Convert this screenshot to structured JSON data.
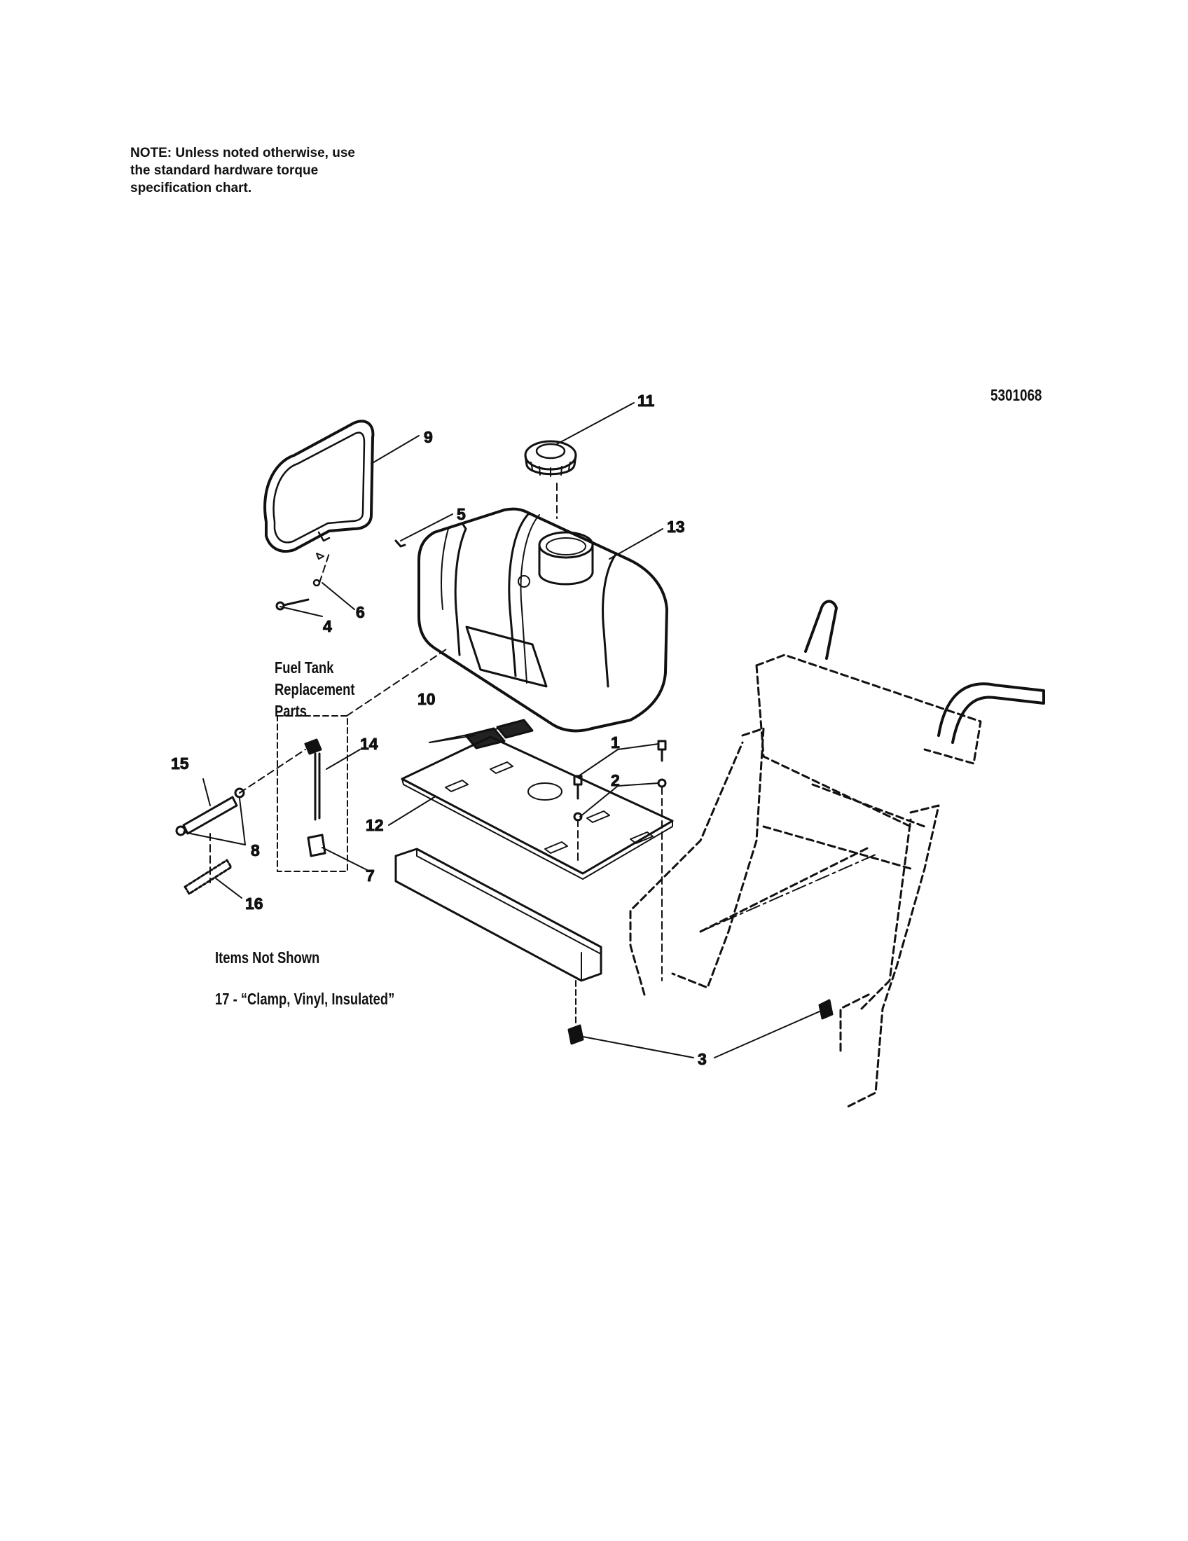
{
  "note": {
    "line1": "NOTE: Unless noted otherwise, use",
    "line2": "the standard hardware torque",
    "line3": "specification chart."
  },
  "doc_number": "5301068",
  "fuel_tank_group": {
    "line1": "Fuel Tank",
    "line2": "Replacement",
    "line3": "Parts"
  },
  "items_not_shown": {
    "title": "Items Not Shown",
    "item": "17 - “Clamp, Vinyl, Insulated”"
  },
  "callouts": {
    "c1": "1",
    "c2": "2",
    "c3": "3",
    "c4": "4",
    "c5": "5",
    "c6": "6",
    "c7": "7",
    "c8": "8",
    "c9": "9",
    "c10": "10",
    "c11": "11",
    "c12": "12",
    "c13": "13",
    "c14": "14",
    "c15": "15",
    "c16": "16"
  }
}
